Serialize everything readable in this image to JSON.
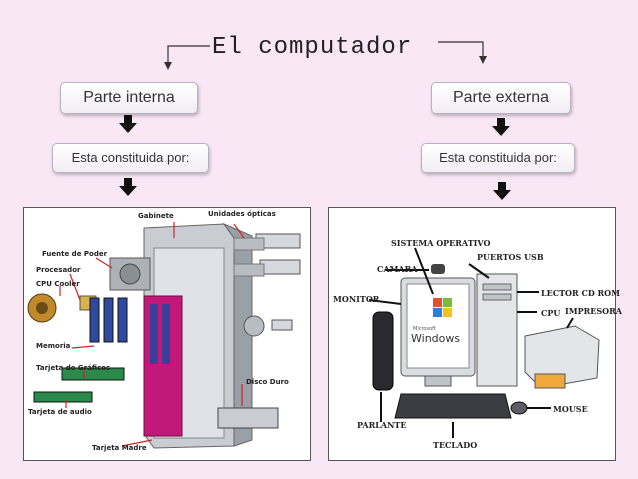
{
  "title": "El computador",
  "left": {
    "heading": "Parte interna",
    "subheading": "Esta constituida por:",
    "labels": {
      "gabinete": "Gabinete",
      "unidades": "Unidades ópticas",
      "fuente": "Fuente de Poder",
      "procesador": "Procesador",
      "cooler": "CPU Cooler",
      "memoria": "Memoria",
      "grafica": "Tarjeta de Gráficos",
      "audio": "Tarjeta de audio",
      "disco": "Disco Duro",
      "madre": "Tarjeta Madre"
    }
  },
  "right": {
    "heading": "Parte externa",
    "subheading": "Esta constituida por:",
    "labels": {
      "so": "SISTEMA OPERATIVO",
      "usb": "PUERTOS USB",
      "camara": "CAMARA",
      "monitor": "MONITOR",
      "lector": "LECTOR CD ROM",
      "cpu": "CPU",
      "impresora": "IMPRESORA",
      "parlante": "PARLANTE",
      "teclado": "TECLADO",
      "mouse": "MOUSE",
      "windows_brand": "Microsoft",
      "windows": "Windows"
    }
  },
  "colors": {
    "background": "#f9e7f6",
    "label_line": "#d62020"
  }
}
